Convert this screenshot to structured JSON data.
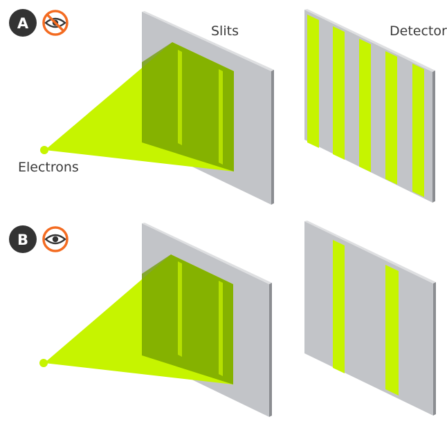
{
  "labels": {
    "slits": "Slits",
    "detector": "Detector",
    "electrons": "Electrons"
  },
  "panels": [
    {
      "id": "A",
      "badge": "A",
      "observer_icon": "eye-crossed-icon",
      "observed": false,
      "detector_bands": 5
    },
    {
      "id": "B",
      "badge": "B",
      "observer_icon": "eye-icon",
      "observed": true,
      "detector_bands": 2
    }
  ],
  "colors": {
    "beam": "#c6f400",
    "band": "#c6f400",
    "screen_front": "#c2c4c8",
    "screen_side": "#8b8d91",
    "screen_top": "#dedfe1",
    "slit_overlay": "#7aa600",
    "badge_dark": "#333333",
    "icon_orange": "#f36b21"
  }
}
